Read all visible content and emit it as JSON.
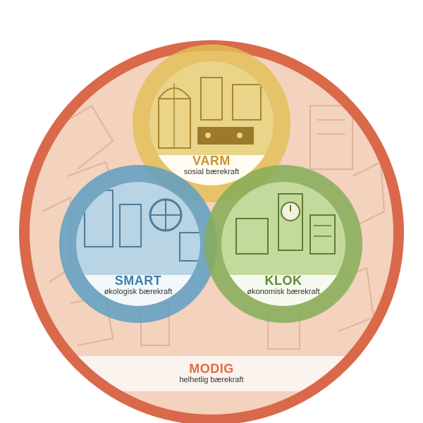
{
  "colors": {
    "outer_ring": "#D9694A",
    "outer_fill": "#F3D2BE",
    "varm": "#E3BE55",
    "smart": "#5E9FC3",
    "klok": "#84AE58",
    "modig": "#E06D49"
  },
  "circles": {
    "varm": {
      "title": "VARM",
      "subtitle": "sosial bærekraft"
    },
    "smart": {
      "title": "SMART",
      "subtitle": "økologisk bærekraft"
    },
    "klok": {
      "title": "KLOK",
      "subtitle": "økonomisk bærekraft"
    },
    "modig": {
      "title": "MODIG",
      "subtitle": "helhetlig bærekraft"
    }
  }
}
